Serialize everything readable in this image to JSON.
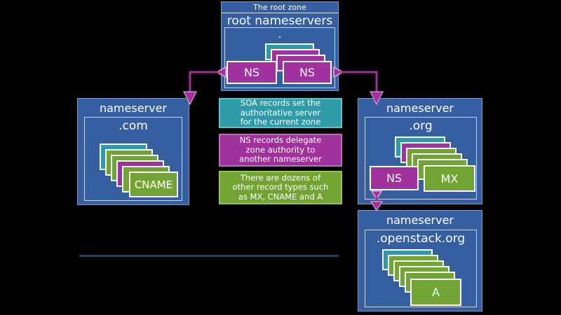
{
  "colors": {
    "background": "#000000",
    "box_blue": "#355fa0",
    "box_blue_border": "#7e98c4",
    "inner_border": "#c9d5e9",
    "teal": "#2d9ca8",
    "teal_border": "#63c0c7",
    "magenta": "#a1319c",
    "magenta_border": "#c36ebd",
    "green": "#72a433",
    "green_border": "#97c353",
    "card_border": "#ffffff",
    "arrow": "#a1319c",
    "arrow_accent": "#d79cd3",
    "divider": "#22405e",
    "text": "#ffffff"
  },
  "root": {
    "zone_label": "The root zone",
    "title": "root nameservers",
    "dot": ".",
    "stack": [
      "teal",
      "magenta",
      "magenta"
    ],
    "ns_left": "NS",
    "ns_right": "NS"
  },
  "com": {
    "title": "nameserver",
    "zone": ".com",
    "stack": [
      "teal",
      "green",
      "green",
      "magenta",
      "green"
    ],
    "front": "CNAME"
  },
  "org": {
    "title": "nameserver",
    "zone": ".org",
    "stack": [
      "teal",
      "magenta",
      "green",
      "green",
      "green"
    ],
    "ns": "NS",
    "mx": "MX"
  },
  "openstack": {
    "title": "nameserver",
    "zone": ".openstack.org",
    "stack": [
      "teal",
      "green",
      "green",
      "green",
      "green"
    ],
    "front": "A"
  },
  "legend": [
    {
      "style": "teal",
      "lines": [
        "SOA records set the",
        "authoritative server",
        "for the current zone"
      ]
    },
    {
      "style": "magenta",
      "lines": [
        "NS records delegate",
        "zone authority to",
        "another nameserver"
      ]
    },
    {
      "style": "green",
      "lines": [
        "There are dozens of",
        "other record types such",
        "as MX, CNAME and A"
      ]
    }
  ]
}
